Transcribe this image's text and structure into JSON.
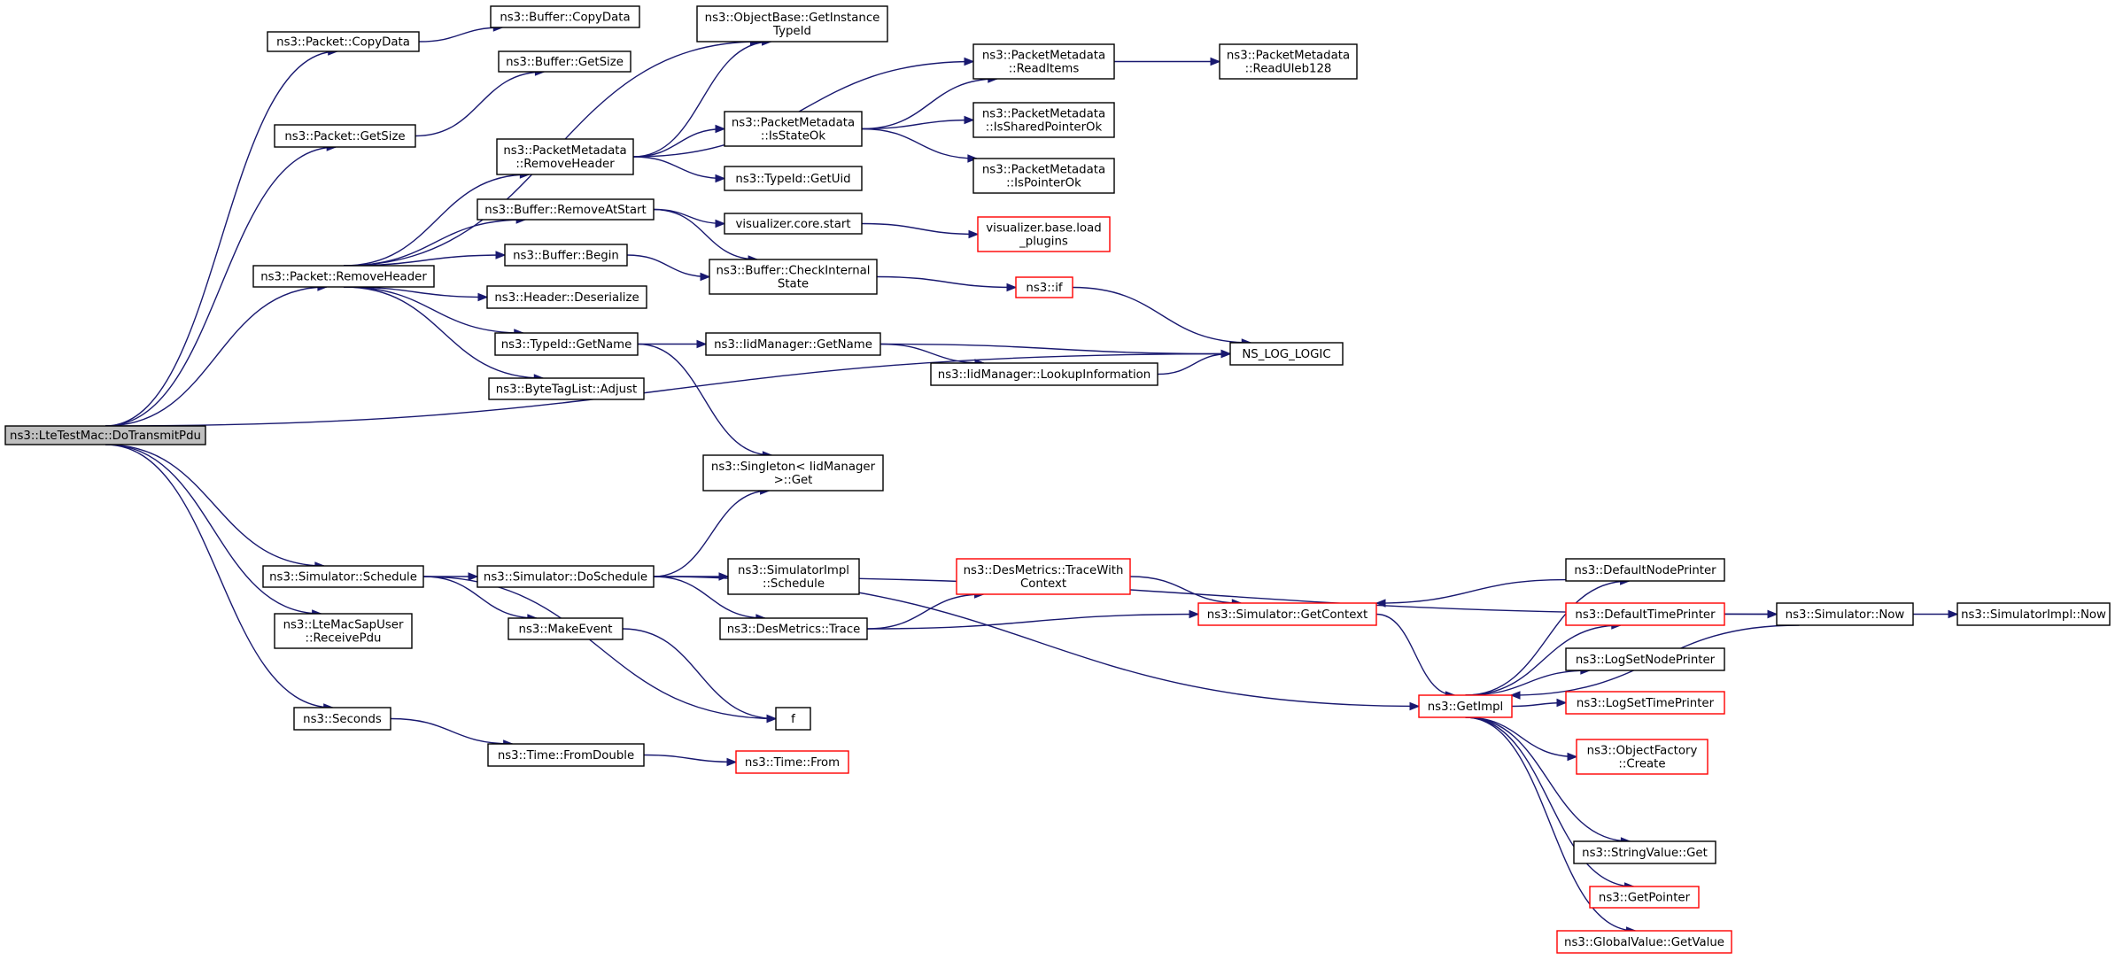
{
  "graph": {
    "root": "ns3::LteTestMac::DoTransmitPdu",
    "colors": {
      "edge": "#191970",
      "normal_border": "#000000",
      "truncated_border": "#ff0000",
      "root_fill": "#bfbfbf"
    },
    "nodes": {
      "root": [
        "ns3::LteTestMac::DoTransmitPdu"
      ],
      "pkt_copy": [
        "ns3::Packet::CopyData"
      ],
      "buf_copy": [
        "ns3::Buffer::CopyData"
      ],
      "getinst": [
        "ns3::ObjectBase::GetInstance",
        "TypeId"
      ],
      "buf_getsize": [
        "ns3::Buffer::GetSize"
      ],
      "pkt_getsize": [
        "ns3::Packet::GetSize"
      ],
      "pm_readitems": [
        "ns3::PacketMetadata",
        "::ReadItems"
      ],
      "pm_readuleb": [
        "ns3::PacketMetadata",
        "::ReadUleb128"
      ],
      "pm_statok": [
        "ns3::PacketMetadata",
        "::IsStateOk"
      ],
      "pm_shared": [
        "ns3::PacketMetadata",
        "::IsSharedPointerOk"
      ],
      "pm_remhdr": [
        "ns3::PacketMetadata",
        "::RemoveHeader"
      ],
      "typeid_getuid": [
        "ns3::TypeId::GetUid"
      ],
      "pm_ptrok": [
        "ns3::PacketMetadata",
        "::IsPointerOk"
      ],
      "buf_remstart": [
        "ns3::Buffer::RemoveAtStart"
      ],
      "vis_start": [
        "visualizer.core.start"
      ],
      "vis_load": [
        "visualizer.base.load",
        "_plugins"
      ],
      "buf_begin": [
        "ns3::Buffer::Begin"
      ],
      "buf_check": [
        "ns3::Buffer::CheckInternal",
        "State"
      ],
      "pkt_remhdr": [
        "ns3::Packet::RemoveHeader"
      ],
      "ns3_if": [
        "ns3::if"
      ],
      "hdr_deser": [
        "ns3::Header::Deserialize"
      ],
      "typeid_getname": [
        "ns3::TypeId::GetName"
      ],
      "iid_getname": [
        "ns3::IidManager::GetName"
      ],
      "ns_log": [
        "NS_LOG_LOGIC"
      ],
      "iid_lookup": [
        "ns3::IidManager::LookupInformation"
      ],
      "btl_adjust": [
        "ns3::ByteTagList::Adjust"
      ],
      "singleton": [
        "ns3::Singleton< IidManager",
        ">::Get"
      ],
      "sim_sched": [
        "ns3::Simulator::Schedule"
      ],
      "sim_dosched": [
        "ns3::Simulator::DoSchedule"
      ],
      "simimpl_sched": [
        "ns3::SimulatorImpl",
        "::Schedule"
      ],
      "des_twc": [
        "ns3::DesMetrics::TraceWith",
        "Context"
      ],
      "def_nodeprint": [
        "ns3::DefaultNodePrinter"
      ],
      "lte_recv": [
        "ns3::LteMacSapUser",
        "::ReceivePdu"
      ],
      "make_event": [
        "ns3::MakeEvent"
      ],
      "des_trace": [
        "ns3::DesMetrics::Trace"
      ],
      "sim_getctx": [
        "ns3::Simulator::GetContext"
      ],
      "def_timeprint": [
        "ns3::DefaultTimePrinter"
      ],
      "sim_now": [
        "ns3::Simulator::Now"
      ],
      "simimpl_now": [
        "ns3::SimulatorImpl::Now"
      ],
      "logset_node": [
        "ns3::LogSetNodePrinter"
      ],
      "f": [
        "f"
      ],
      "get_impl": [
        "ns3::GetImpl"
      ],
      "logset_time": [
        "ns3::LogSetTimePrinter"
      ],
      "seconds": [
        "ns3::Seconds"
      ],
      "objf_create": [
        "ns3::ObjectFactory",
        "::Create"
      ],
      "time_fromdouble": [
        "ns3::Time::FromDouble"
      ],
      "time_from": [
        "ns3::Time::From"
      ],
      "strval_get": [
        "ns3::StringValue::Get"
      ],
      "get_pointer": [
        "ns3::GetPointer"
      ],
      "gv_getvalue": [
        "ns3::GlobalValue::GetValue"
      ]
    },
    "red_nodes": [
      "vis_load",
      "ns3_if",
      "des_twc",
      "sim_getctx",
      "def_timeprint",
      "get_impl",
      "logset_time",
      "objf_create",
      "time_from",
      "get_pointer",
      "gv_getvalue"
    ],
    "edges": [
      [
        "root",
        "pkt_copy"
      ],
      [
        "pkt_copy",
        "buf_copy"
      ],
      [
        "root",
        "pkt_getsize"
      ],
      [
        "pkt_getsize",
        "buf_getsize"
      ],
      [
        "root",
        "pkt_remhdr"
      ],
      [
        "pkt_remhdr",
        "getinst"
      ],
      [
        "pkt_remhdr",
        "pm_remhdr"
      ],
      [
        "pkt_remhdr",
        "buf_remstart"
      ],
      [
        "pkt_remhdr",
        "buf_begin"
      ],
      [
        "pkt_remhdr",
        "hdr_deser"
      ],
      [
        "pkt_remhdr",
        "typeid_getname"
      ],
      [
        "pkt_remhdr",
        "btl_adjust"
      ],
      [
        "pm_remhdr",
        "getinst"
      ],
      [
        "pm_remhdr",
        "pm_readitems"
      ],
      [
        "pm_remhdr",
        "pm_statok"
      ],
      [
        "pm_remhdr",
        "typeid_getuid"
      ],
      [
        "pm_readitems",
        "pm_readuleb"
      ],
      [
        "pm_statok",
        "pm_readitems"
      ],
      [
        "pm_statok",
        "pm_shared"
      ],
      [
        "pm_statok",
        "pm_ptrok"
      ],
      [
        "buf_remstart",
        "vis_start"
      ],
      [
        "buf_remstart",
        "buf_check"
      ],
      [
        "vis_start",
        "vis_load"
      ],
      [
        "buf_begin",
        "buf_check"
      ],
      [
        "buf_check",
        "ns3_if"
      ],
      [
        "ns3_if",
        "ns_log"
      ],
      [
        "typeid_getname",
        "iid_getname"
      ],
      [
        "typeid_getname",
        "singleton"
      ],
      [
        "iid_getname",
        "ns_log"
      ],
      [
        "iid_getname",
        "iid_lookup"
      ],
      [
        "iid_lookup",
        "ns_log"
      ],
      [
        "root",
        "ns_log"
      ],
      [
        "root",
        "sim_sched"
      ],
      [
        "root",
        "lte_recv"
      ],
      [
        "root",
        "seconds"
      ],
      [
        "sim_sched",
        "sim_dosched"
      ],
      [
        "sim_sched",
        "make_event"
      ],
      [
        "sim_sched",
        "f"
      ],
      [
        "sim_dosched",
        "singleton"
      ],
      [
        "sim_dosched",
        "simimpl_sched"
      ],
      [
        "sim_dosched",
        "des_trace"
      ],
      [
        "sim_dosched",
        "sim_now"
      ],
      [
        "sim_dosched",
        "get_impl"
      ],
      [
        "make_event",
        "f"
      ],
      [
        "des_trace",
        "des_twc"
      ],
      [
        "des_trace",
        "sim_getctx"
      ],
      [
        "des_twc",
        "sim_getctx"
      ],
      [
        "def_nodeprint",
        "sim_getctx"
      ],
      [
        "sim_getctx",
        "get_impl"
      ],
      [
        "def_timeprint",
        "sim_now"
      ],
      [
        "sim_now",
        "simimpl_now"
      ],
      [
        "sim_now",
        "get_impl"
      ],
      [
        "get_impl",
        "def_nodeprint"
      ],
      [
        "get_impl",
        "def_timeprint"
      ],
      [
        "get_impl",
        "logset_node"
      ],
      [
        "get_impl",
        "logset_time"
      ],
      [
        "get_impl",
        "objf_create"
      ],
      [
        "get_impl",
        "strval_get"
      ],
      [
        "get_impl",
        "get_pointer"
      ],
      [
        "get_impl",
        "gv_getvalue"
      ],
      [
        "seconds",
        "time_fromdouble"
      ],
      [
        "time_fromdouble",
        "time_from"
      ]
    ]
  }
}
